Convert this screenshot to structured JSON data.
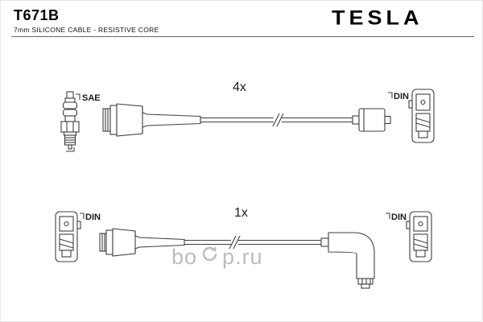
{
  "header": {
    "part_number": "T671B",
    "subtitle": "7mm SILICONE CABLE - RESISTIVE CORE",
    "brand": "TESLA"
  },
  "diagram": {
    "top_row": {
      "plug_label": "SAE",
      "quantity_label": "4x",
      "right_connector_label": "DIN"
    },
    "bottom_row": {
      "left_connector_label": "DIN",
      "quantity_label": "1x",
      "right_connector_label": "DIN"
    }
  },
  "watermark": {
    "prefix": "bo",
    "suffix": "p.ru"
  },
  "colors": {
    "line": "#3f3f3f",
    "text": "#000000",
    "watermark": "#bdbdbd",
    "rule": "#666666"
  }
}
